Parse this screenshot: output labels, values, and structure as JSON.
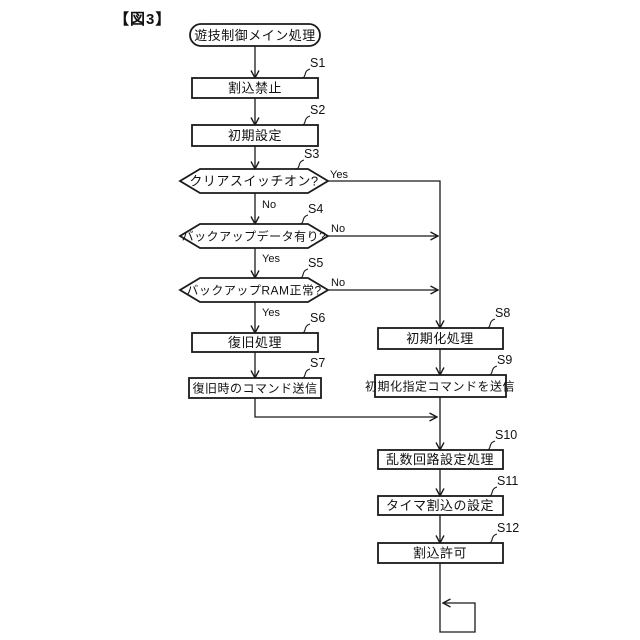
{
  "figure": {
    "label": "【図3】"
  },
  "flowchart": {
    "start": {
      "label": "遊技制御メイン処理"
    },
    "steps": [
      {
        "id": "S1",
        "label": "割込禁止",
        "type": "process"
      },
      {
        "id": "S2",
        "label": "初期設定",
        "type": "process"
      },
      {
        "id": "S3",
        "label": "クリアスイッチオン?",
        "type": "decision"
      },
      {
        "id": "S4",
        "label": "バックアップデータ有り?",
        "type": "decision"
      },
      {
        "id": "S5",
        "label": "バックアップRAM正常?",
        "type": "decision"
      },
      {
        "id": "S6",
        "label": "復旧処理",
        "type": "process"
      },
      {
        "id": "S7",
        "label": "復旧時のコマンド送信",
        "type": "process"
      },
      {
        "id": "S8",
        "label": "初期化処理",
        "type": "process"
      },
      {
        "id": "S9",
        "label": "初期化指定コマンドを送信",
        "type": "process"
      },
      {
        "id": "S10",
        "label": "乱数回路設定処理",
        "type": "process"
      },
      {
        "id": "S11",
        "label": "タイマ割込の設定",
        "type": "process"
      },
      {
        "id": "S12",
        "label": "割込許可",
        "type": "process"
      }
    ],
    "branches": {
      "s3_yes": "Yes",
      "s3_no": "No",
      "s4_no": "No",
      "s4_yes": "Yes",
      "s5_no": "No",
      "s5_yes": "Yes"
    },
    "colors": {
      "line": "#1a1a1a",
      "background": "#ffffff"
    }
  }
}
